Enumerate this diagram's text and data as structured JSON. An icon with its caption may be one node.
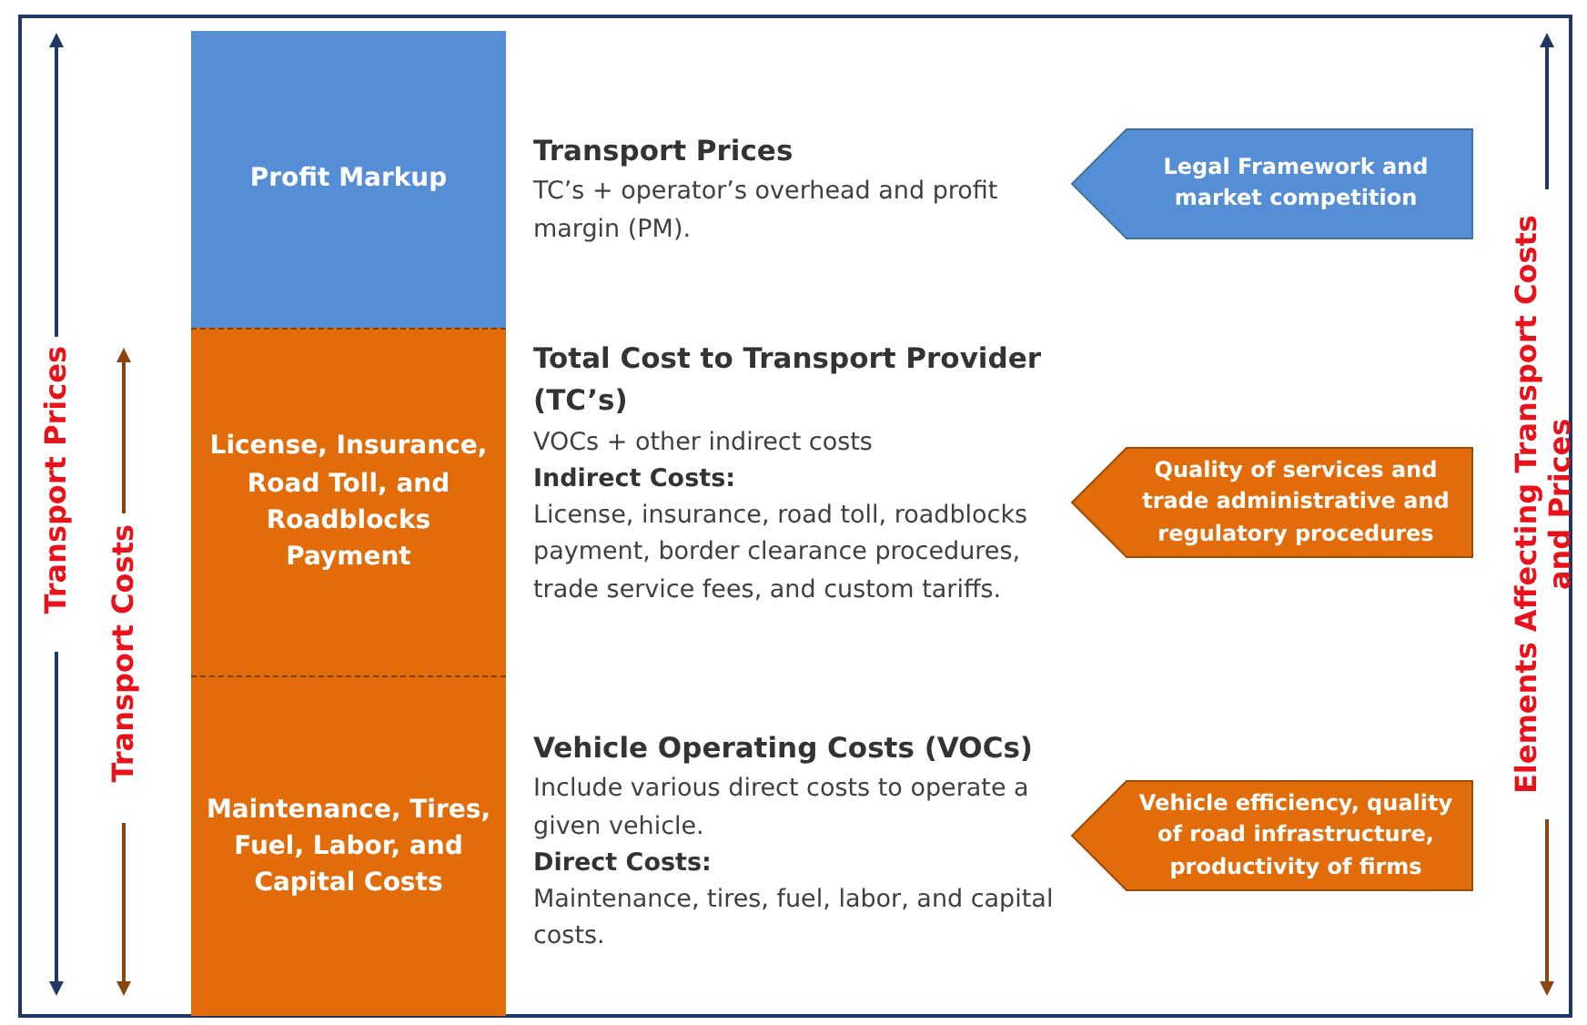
{
  "diagram": {
    "nodes": [
      {
        "text": [
          "Profit Markup"
        ]
      },
      {
        "text": [
          "License, Insurance, Road Toll, and Roadblocks Payment"
        ]
      },
      {
        "text": [
          "Maintenance, Tires, Fuel, Labor, and Capital Costs"
        ]
      },
      {
        "text": [
          "Legal Framework and market competition"
        ]
      },
      {
        "text": [
          "Quality of services and trade administrative and regulatory procedures"
        ]
      },
      {
        "text": [
          "Vehicle efficiency, quality of road infrastructure, productivity of firms"
        ]
      }
    ],
    "edges": [],
    "labels": [
      "Transport  Prices",
      "Transport  Costs",
      "Transport Prices",
      "TC’s + operator’s overhead and profit margin (PM).",
      "Total Cost to Transport Provider (TC’s)",
      "VOCs + other indirect costs",
      "Indirect Costs:",
      "License, insurance, road toll, roadblocks payment, border clearance procedures, trade service fees, and custom tariffs.",
      "Vehicle Operating Costs (VOCs)",
      "Include various direct costs to operate a given vehicle.",
      "Direct Costs:",
      "Maintenance, tires, fuel, labor, and capital costs.",
      "Elements Affecting Transport  Costs and Prices"
    ]
  }
}
